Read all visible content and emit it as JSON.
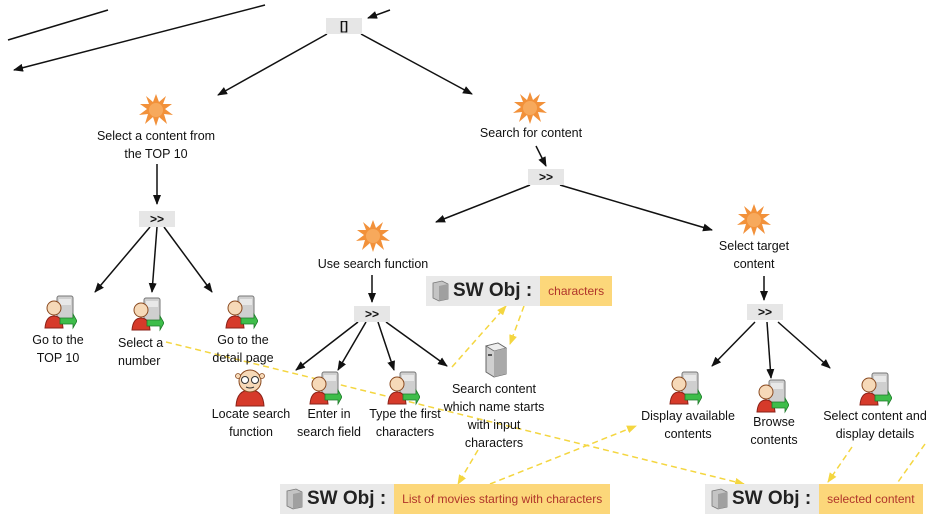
{
  "colors": {
    "goal_icon": "#f2913a",
    "person_icon": "#d63a2a",
    "sw_value_bg": "#fcd77a",
    "sw_value_text": "#b0352a",
    "dashed_link": "#f4d640",
    "operator_bg": "#e6e6e6"
  },
  "operators": {
    "root": "[]",
    "top10": ">>",
    "search": ">>",
    "use_search": ">>",
    "select_target": ">>"
  },
  "goals": {
    "select_top10": "Select a content from the TOP 10",
    "search_for_content": "Search for content",
    "use_search_function": "Use search function",
    "select_target_content": "Select target content"
  },
  "tasks": {
    "go_to_top10": "Go to the TOP 10",
    "select_number": "Select a number",
    "go_to_detail": "Go to the detail page",
    "locate_search": "Locate search function",
    "enter_search_field": "Enter in search field",
    "type_first_chars": "Type the first characters",
    "search_content": "Search content which name starts with input characters",
    "display_available": "Display available contents",
    "browse_contents": "Browse contents",
    "select_display_details": "Select content and display details"
  },
  "sw_objects": {
    "label": "SW Obj :",
    "characters": "characters",
    "list_of_movies": "List of movies starting with characters",
    "selected_content": "selected content"
  }
}
